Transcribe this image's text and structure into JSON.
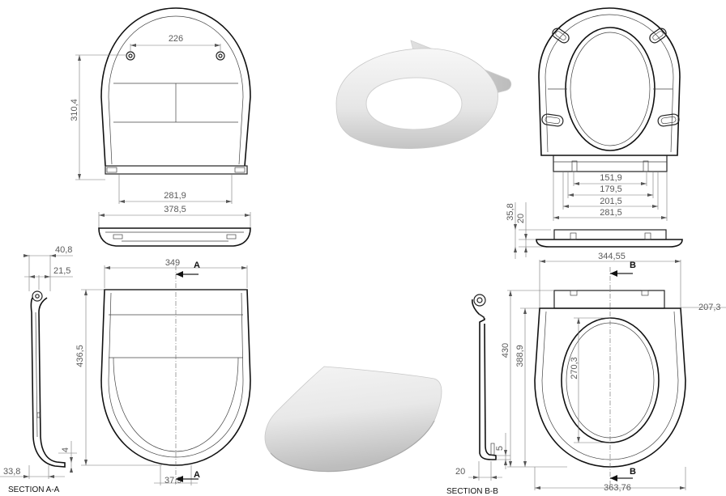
{
  "views": {
    "top_lid": {
      "d_226": "226",
      "d_310_4": "310,4",
      "d_281_9": "281,9"
    },
    "front_lid": {
      "d_378_5": "378,5"
    },
    "section_a": {
      "d_40_8": "40,8",
      "d_21_5": "21,5",
      "d_4": "4",
      "d_33_8": "33,8",
      "title": "SECTION A-A"
    },
    "lid_plan": {
      "d_349": "349",
      "d_436_5": "436,5",
      "d_37_9": "37,9",
      "marker": "A"
    },
    "seat_under": {
      "d_151_9": "151,9",
      "d_179_5": "179,5",
      "d_201_5": "201,5",
      "d_281_5": "281,5"
    },
    "seat_front": {
      "d_35_8": "35,8",
      "d_20": "20"
    },
    "section_b": {
      "d_5": "5",
      "d_20": "20",
      "title": "SECTION B-B"
    },
    "seat_plan": {
      "d_344_55": "344,55",
      "d_207_3": "207,3",
      "d_430": "430",
      "d_388_9": "388,9",
      "d_270_3": "270,3",
      "d_363_76": "363,76",
      "marker": "B"
    }
  },
  "colors": {
    "line": "#222222",
    "dimension": "#777777",
    "text": "#5a5a5a",
    "render_light": "#f2f2f2",
    "render_shade": "#c9c9c9"
  }
}
